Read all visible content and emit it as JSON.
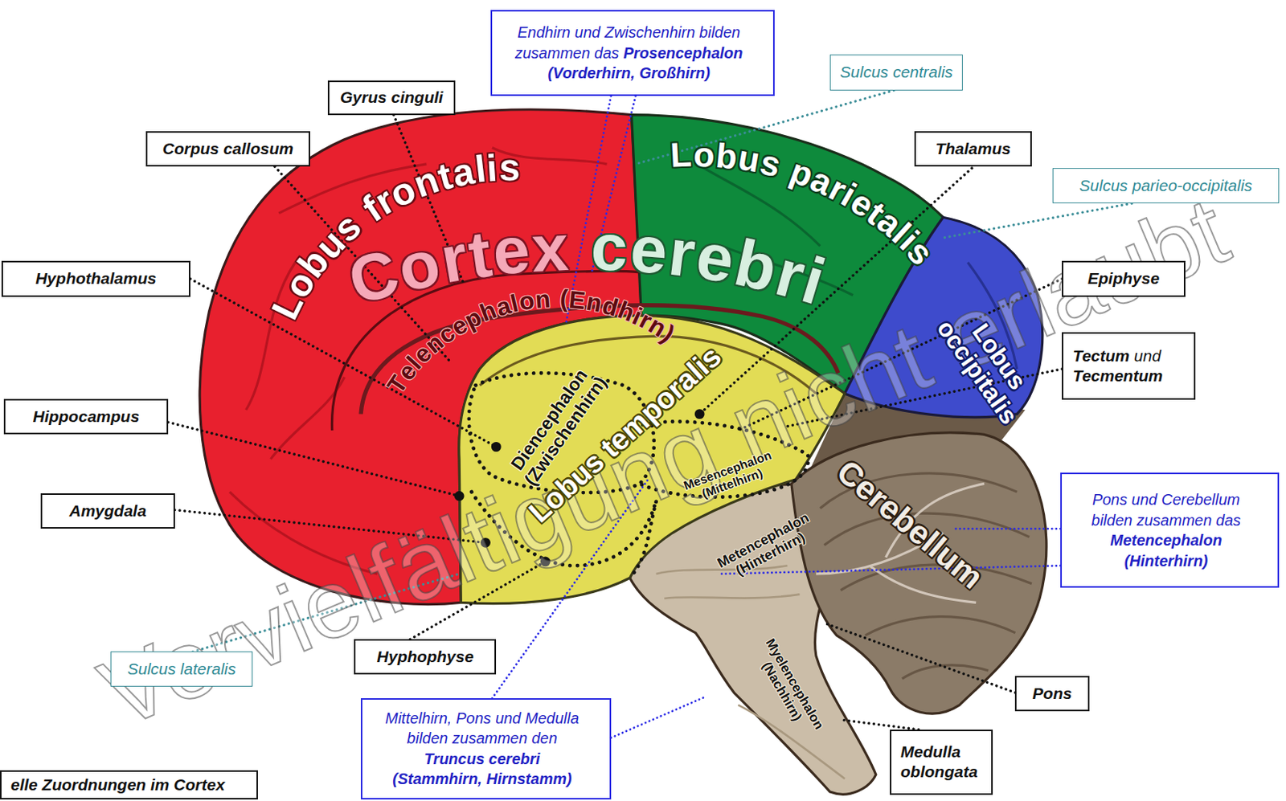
{
  "diagram": {
    "nodes": [
      {
        "text": [
          "Endhirn und Zwischenhirn bilden zusammen das Prosencephalon (Vorderhirn, Großhirn)"
        ]
      },
      {
        "text": [
          "Sulcus centralis"
        ]
      },
      {
        "text": [
          "Gyrus cinguli"
        ]
      },
      {
        "text": [
          "Corpus callosum"
        ]
      },
      {
        "text": [
          "Thalamus"
        ]
      },
      {
        "text": [
          "Sulcus parieo-occipitalis"
        ]
      },
      {
        "text": [
          "Hyphothalamus"
        ]
      },
      {
        "text": [
          "Epiphyse"
        ]
      },
      {
        "text": [
          "Tectum und Tecmentum"
        ]
      },
      {
        "text": [
          "Hippocampus"
        ]
      },
      {
        "text": [
          "Pons und Cerebellum bilden zusammen das Metencephalon (Hinterhirn)"
        ]
      },
      {
        "text": [
          "Amygdala"
        ]
      },
      {
        "text": [
          "Hyphophyse"
        ]
      },
      {
        "text": [
          "Sulcus lateralis"
        ]
      },
      {
        "text": [
          "Pons"
        ]
      },
      {
        "text": [
          "Mittelhirn, Pons und Medulla bilden zusammen den Truncus cerebri (Stammhirn, Hirnstamm)"
        ]
      },
      {
        "text": [
          "Medulla oblongata"
        ]
      },
      {
        "text": [
          "elle Zuordnungen im Cortex"
        ]
      }
    ],
    "labels": [
      "Cortex cerebri",
      "Lobus frontalis",
      "Lobus parietalis",
      "Lobus occipitalis",
      "Telencephalon (Endhirn)",
      "Diencephalon (Zwischenhirn)",
      "Lobus temporalis",
      "Mesencephalon (Mittelhirn)",
      "Cerebellum",
      "Metencephalon (Hinterhirn)",
      "Myelencephalon (Nachhirn)",
      "Vervielfältigung nicht erlaubt"
    ]
  }
}
